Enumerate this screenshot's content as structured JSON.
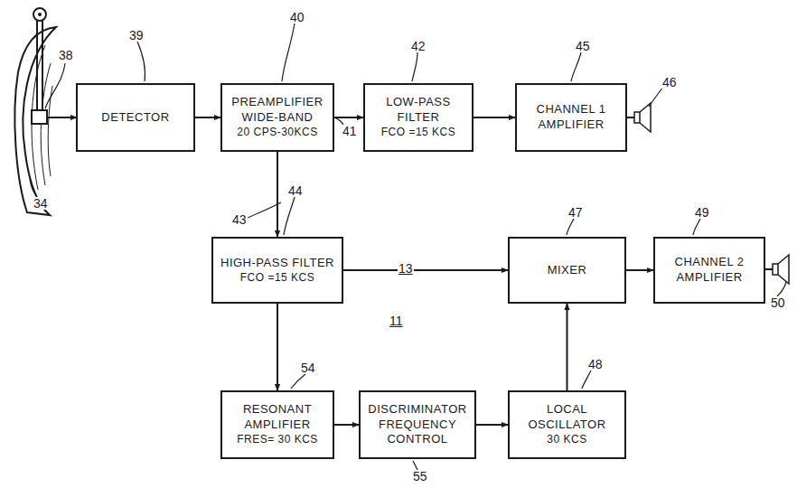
{
  "diagram": {
    "nodes": [
      {
        "text": [
          "DETECTOR"
        ]
      },
      {
        "text": [
          "PREAMPLIFIER WIDE-BAND",
          "20 CPS-30KCS"
        ]
      },
      {
        "text": [
          "LOW-PASS FILTER",
          "FCO =15 KCS"
        ]
      },
      {
        "text": [
          "CHANNEL 1 AMPLIFIER"
        ]
      },
      {
        "text": [
          "HIGH-PASS FILTER",
          "FCO =15 KCS"
        ]
      },
      {
        "text": [
          "MIXER"
        ]
      },
      {
        "text": [
          "CHANNEL 2 AMPLIFIER"
        ]
      },
      {
        "text": [
          "RESONANT AMPLIFIER",
          "FRES= 30 KCS"
        ]
      },
      {
        "text": [
          "DISCRIMINATOR FREQUENCY CONTROL"
        ]
      },
      {
        "text": [
          "LOCAL OSCILLATOR",
          "30 KCS"
        ]
      }
    ],
    "edges": [
      {
        "from": 0,
        "to": 1,
        "arrow": "to"
      },
      {
        "from": 1,
        "to": 2,
        "arrow": "to"
      },
      {
        "from": 2,
        "to": 3,
        "arrow": "to"
      },
      {
        "from": 1,
        "to": 4,
        "arrow": "to"
      },
      {
        "from": 4,
        "to": 5,
        "arrow": "to"
      },
      {
        "from": 5,
        "to": 6,
        "arrow": "to"
      },
      {
        "from": 4,
        "to": 7,
        "arrow": "to"
      },
      {
        "from": 7,
        "to": 8,
        "arrow": "to"
      },
      {
        "from": 8,
        "to": 9,
        "arrow": "to"
      },
      {
        "from": 9,
        "to": 5,
        "arrow": "to"
      }
    ],
    "labels": [
      "38",
      "39",
      "40",
      "34",
      "41",
      "42",
      "43",
      "44",
      "45",
      "46",
      "13",
      "11",
      "47",
      "49",
      "50",
      "48",
      "54",
      "55"
    ]
  }
}
